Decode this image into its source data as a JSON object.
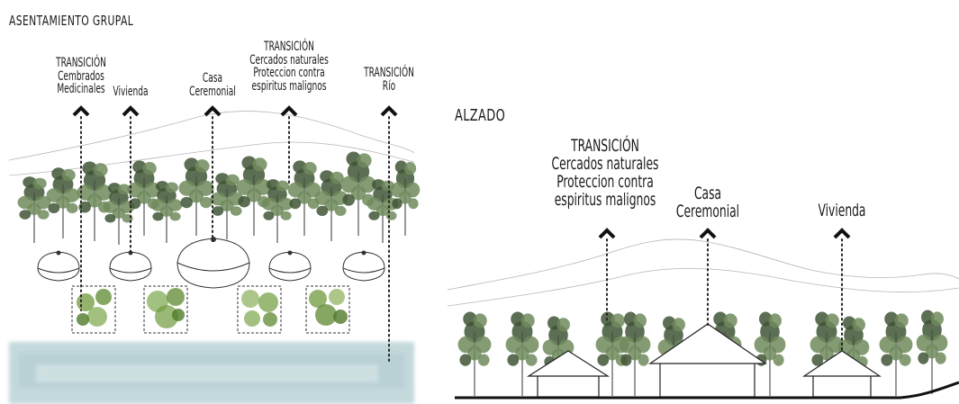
{
  "left_panel": {
    "title": "ASENTAMIENTO GRUPAL",
    "labels": {
      "transicion_cembrados": "TRANSICIÓN\nCembrados\nMedicinales",
      "vivienda": "Vivienda",
      "casa_ceremonial": "Casa\nCeremonial",
      "transicion_cercados": "TRANSICIÓN\nCercados naturales\nProteccion contra\nespiritus malignos",
      "transicion_rio": "TRANSICIÓN\nRío"
    }
  },
  "right_panel": {
    "title": "ALZADO",
    "labels": {
      "transicion_cercados": "TRANSICIÓN\nCercados naturales\nProteccion contra\nespiritus malignos",
      "casa_ceremonial": "Casa\nCeremonial",
      "vivienda": "Vivienda"
    }
  },
  "colors": {
    "tree_foliage": "#6f8a5c",
    "tree_dark": "#3f5535",
    "garden_green": "#6f9a3c",
    "river": "#b9d2d6",
    "ink": "#1a1a1a"
  }
}
